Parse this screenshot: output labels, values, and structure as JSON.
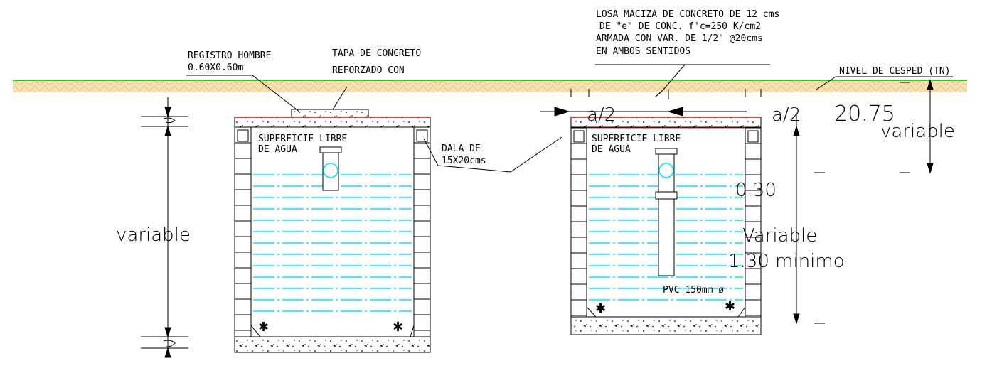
{
  "colors": {
    "ground_line": "#1fd11f",
    "soil_fill": "#f2d9a3",
    "water_line": "#00e5ff",
    "slab_top": "#e01010",
    "ink": "#000000"
  },
  "labels": {
    "registro_line1": "REGISTRO HOMBRE",
    "registro_line2": "0.60X0.60m",
    "tapa_line1": "TAPA DE CONCRETO",
    "tapa_line2": "REFORZADO CON",
    "losa_line1": "LOSA MACIZA DE CONCRETO DE 12 cms",
    "losa_line2": "DE \"e\" DE CONC. f'c=250 K/cm2",
    "losa_line3": "ARMADA CON VAR. DE 1/2\" @20cms",
    "losa_line4": "EN AMBOS SENTIDOS",
    "nivel": "NIVEL DE CESPED (TN)",
    "superficie_left_1": "SUPERFICIE LIBRE",
    "superficie_left_2": "DE AGUA",
    "superficie_right_1": "SUPERFICIE LIBRE",
    "superficie_right_2": "DE AGUA",
    "dala_line1": "DALA DE",
    "dala_line2": "15X20cms",
    "pvc": "PVC 150mm ø"
  },
  "dimensions": {
    "left_variable": "variable",
    "top_right_dim": "20.75",
    "top_right_variable": "variable",
    "dim_030": "0.30",
    "variable_caps": "Variable",
    "minimo": "1.30  minimo",
    "a_half_left": "a/2",
    "a_half_right": "a/2"
  }
}
